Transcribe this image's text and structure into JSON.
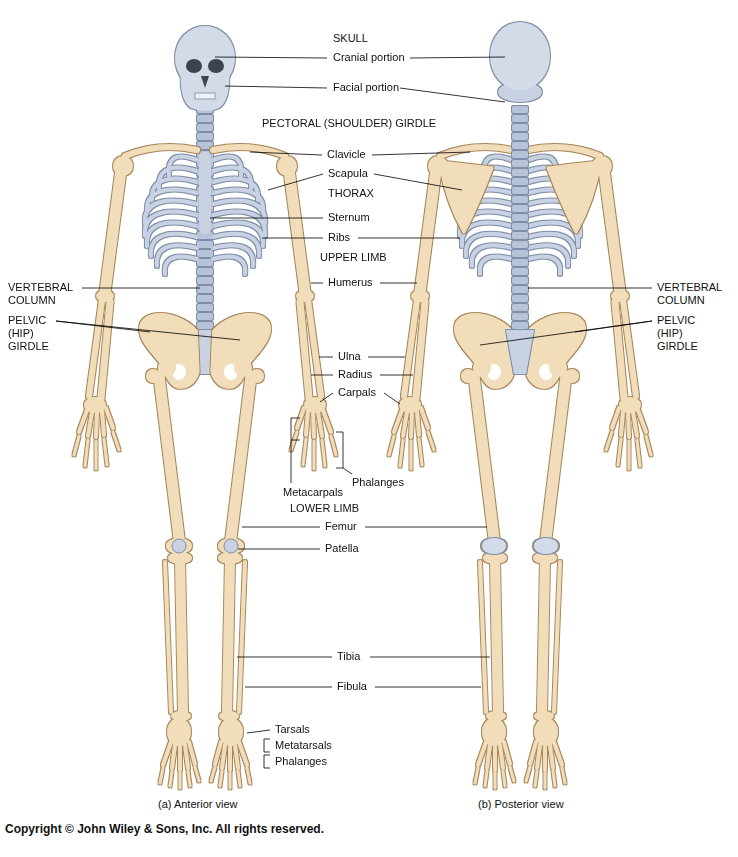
{
  "diagram": {
    "labels": [
      "SKULL",
      "Cranial portion",
      "Facial portion",
      "PECTORAL (SHOULDER) GIRDLE",
      "Clavicle",
      "Scapula",
      "THORAX",
      "Sternum",
      "Ribs",
      "UPPER LIMB",
      "Humerus",
      "VERTEBRAL COLUMN",
      "VERTEBRAL COLUMN",
      "PELVIC (HIP) GIRDLE",
      "PELVIC (HIP) GIRDLE",
      "Ulna",
      "Radius",
      "Carpals",
      "Phalanges",
      "Metacarpals",
      "LOWER LIMB",
      "Femur",
      "Patella",
      "Tibia",
      "Fibula",
      "Tarsals",
      "Metatarsals",
      "Phalanges",
      "(a) Anterior view",
      "(b) Posterior view",
      "Copyright © John Wiley & Sons, Inc. All rights reserved."
    ]
  }
}
